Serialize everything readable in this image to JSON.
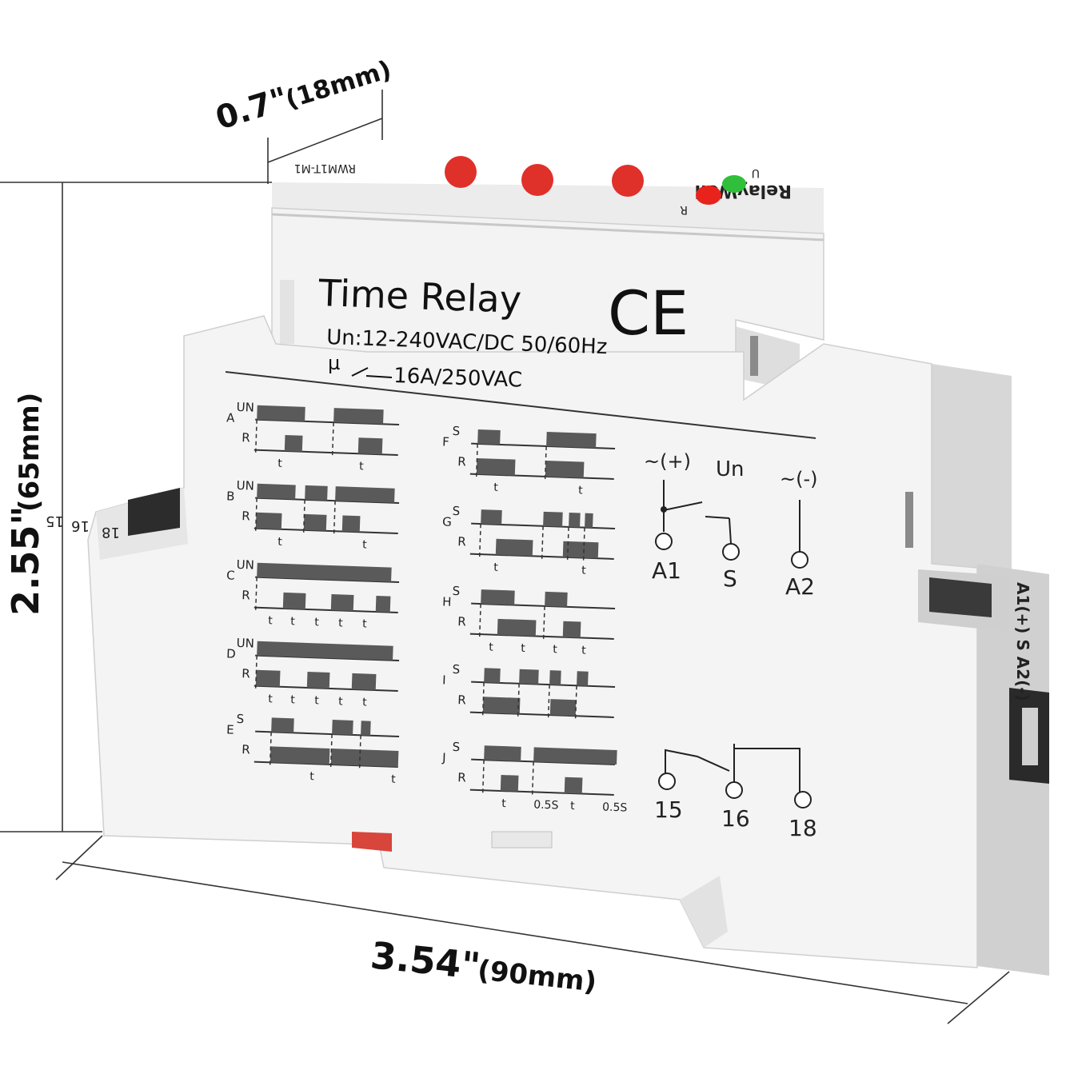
{
  "dimensions": {
    "depth": {
      "inch": "0.7\"",
      "mm": "(18mm)"
    },
    "height": {
      "inch": "2.55\"",
      "mm": "(65mm)"
    },
    "width": {
      "inch": "3.54\"",
      "mm": "(90mm)"
    }
  },
  "device": {
    "title": "Time Relay",
    "mark": "CE",
    "supply": "Un:12-240VAC/DC 50/60Hz",
    "rating_prefix": "µ",
    "rating": "16A/250VAC",
    "brand": "RelayWell",
    "model": "RWM1T-M1",
    "led_labels": [
      "U",
      "R"
    ],
    "side_terminals": "A1(+) S A2(-)",
    "top_terminals": [
      "18",
      "16",
      "15"
    ]
  },
  "function_diagrams": {
    "left": [
      {
        "code": "A",
        "rows": [
          "UN",
          "R"
        ],
        "times": [
          "t",
          "t"
        ]
      },
      {
        "code": "B",
        "rows": [
          "UN",
          "R"
        ],
        "times": [
          "t",
          "t"
        ]
      },
      {
        "code": "C",
        "rows": [
          "UN",
          "R"
        ],
        "times": [
          "t",
          "t",
          "t",
          "t",
          "t"
        ]
      },
      {
        "code": "D",
        "rows": [
          "UN",
          "R"
        ],
        "times": [
          "t",
          "t",
          "t",
          "t",
          "t"
        ]
      },
      {
        "code": "E",
        "rows": [
          "S",
          "R"
        ],
        "times": [
          "t",
          "t"
        ]
      }
    ],
    "right": [
      {
        "code": "F",
        "rows": [
          "S",
          "R"
        ],
        "times": [
          "t",
          "t"
        ]
      },
      {
        "code": "G",
        "rows": [
          "S",
          "R"
        ],
        "times": [
          "t",
          "t"
        ]
      },
      {
        "code": "H",
        "rows": [
          "S",
          "R"
        ],
        "times": [
          "t",
          "t",
          "t",
          "t"
        ]
      },
      {
        "code": "I",
        "rows": [
          "S",
          "R"
        ],
        "times": []
      },
      {
        "code": "J",
        "rows": [
          "S",
          "R"
        ],
        "times": [
          "t",
          "0.5S",
          "t",
          "0.5S"
        ]
      }
    ]
  },
  "wiring": {
    "supply_plus": "~(+)",
    "supply_label": "Un",
    "supply_minus": "~(-)",
    "input_terminals": [
      "A1",
      "S",
      "A2"
    ],
    "output_terminals": [
      "15",
      "16",
      "18"
    ]
  },
  "colors": {
    "housing": "#f1f1f1",
    "housing_shadow": "#dcdcdc",
    "wave_fill": "#5a5a5a",
    "knob_red": "#e0302a",
    "led_red": "#e8231c",
    "led_green": "#2fbf3a"
  }
}
